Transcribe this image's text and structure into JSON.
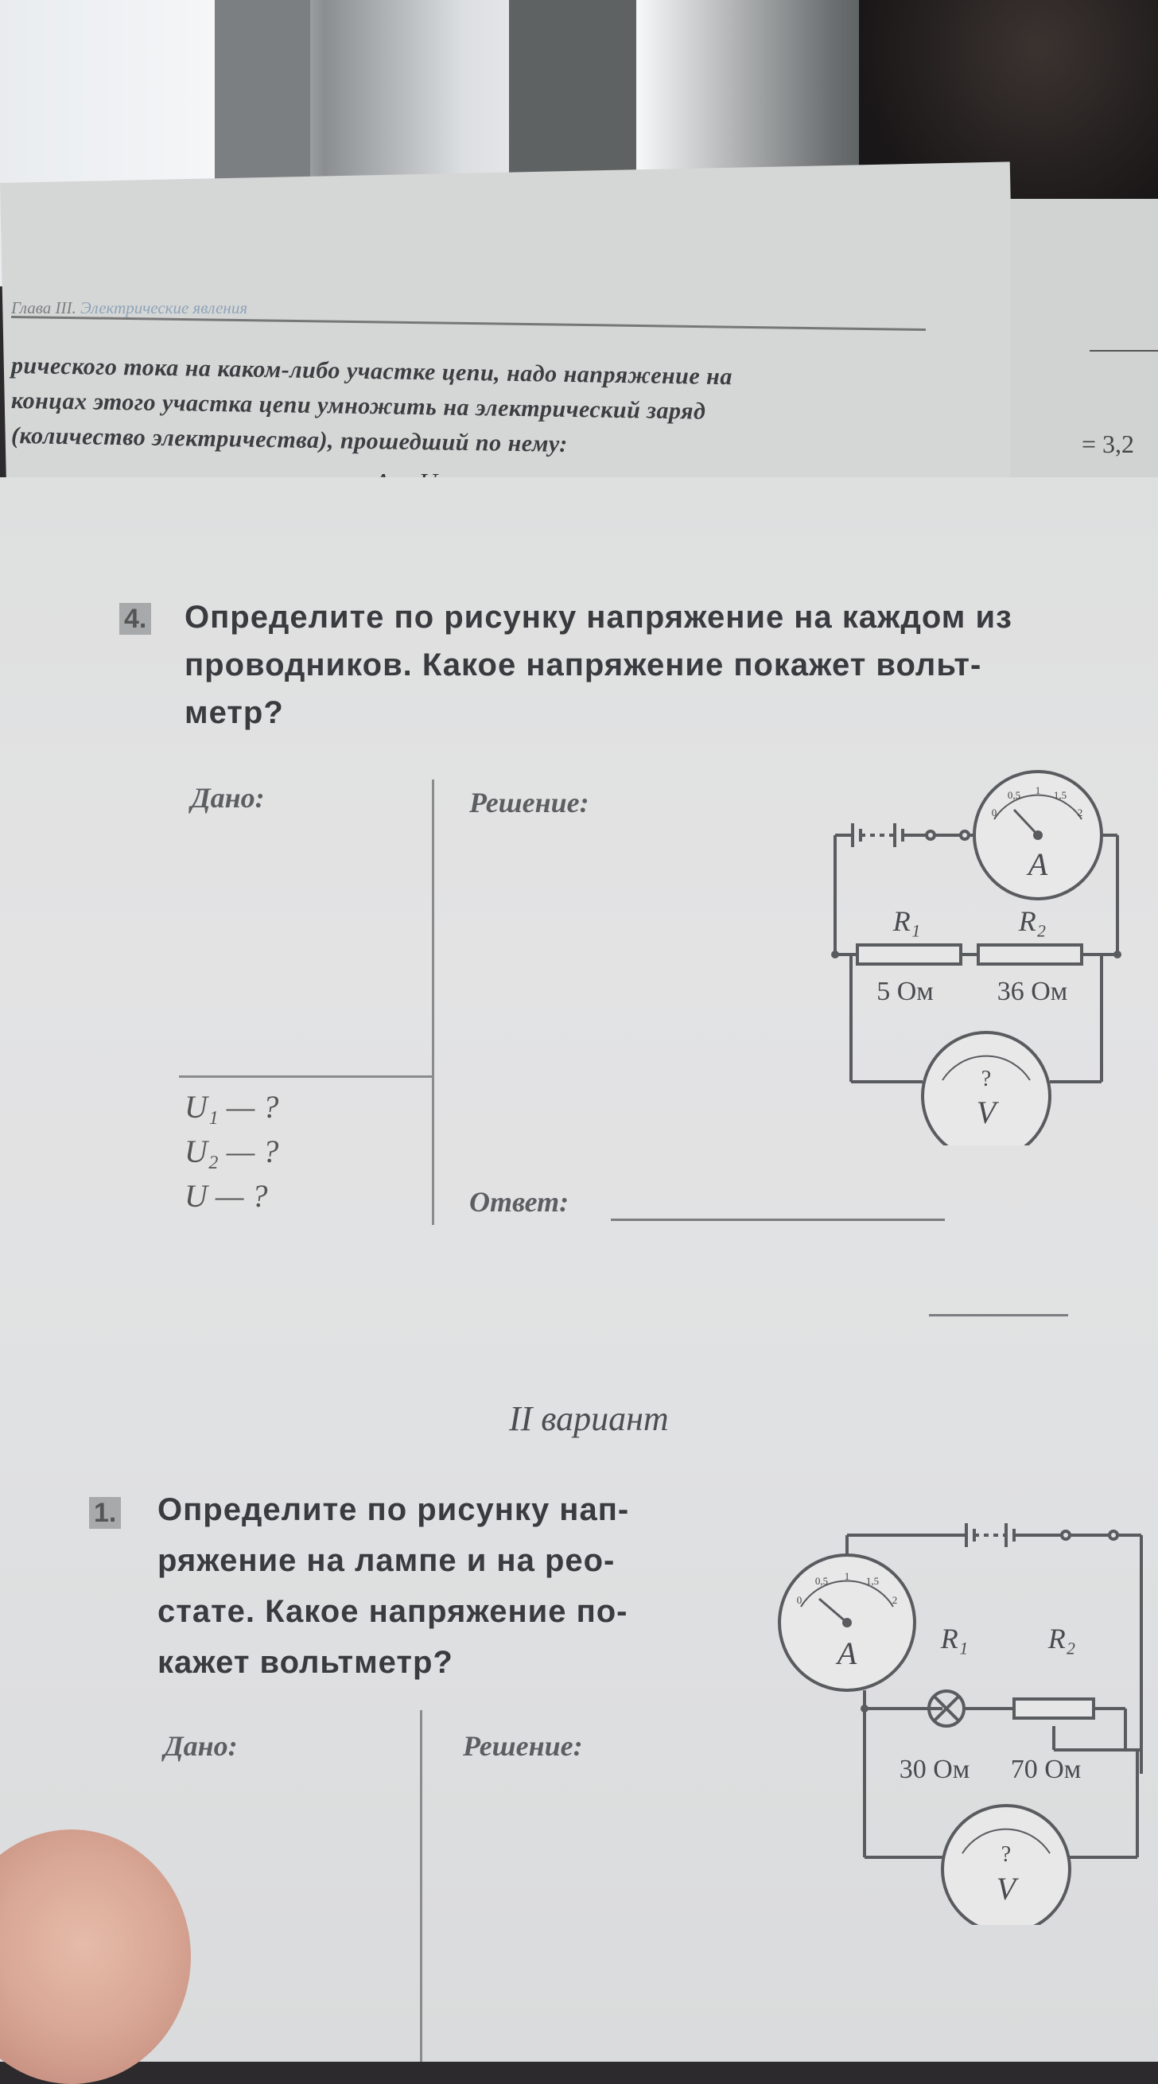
{
  "back_page": {
    "chapter_title": "Глава III.",
    "chapter_subtitle": "Электрические явления",
    "lines": [
      "рического тока на каком-либо участке цепи, надо напряжение на",
      "концах этого участка цепи умножить на электрический заряд",
      "(количество электричества), прошедший по нему:"
    ],
    "formula": "A = Uq.",
    "right_fragment": "= 3,2"
  },
  "task4": {
    "number": "4.",
    "lines": [
      "Определите по рисунку напряжение на каждом из",
      "проводников. Какое напряжение покажет вольт-",
      "метр?"
    ],
    "given_label": "Дано:",
    "solution_label": "Решение:",
    "unknowns": [
      "U₁ — ?",
      "U₂ — ?",
      "U — ?"
    ],
    "answer_label": "Ответ:",
    "circuit": {
      "ammeter_label": "A",
      "voltmeter_label": "V",
      "voltmeter_reading": "?",
      "r1_label": "R₁",
      "r2_label": "R₂",
      "r1_value": "5 Ом",
      "r2_value": "36 Ом",
      "ammeter_scale": [
        "0",
        "0,5",
        "1",
        "1,5",
        "2"
      ]
    }
  },
  "variant2": {
    "title": "II вариант",
    "task1": {
      "number": "1.",
      "lines": [
        "Определите по рисунку нап-",
        "ряжение на лампе и на рео-",
        "стате. Какое напряжение по-",
        "кажет вольтметр?"
      ],
      "given_label": "Дано:",
      "solution_label": "Решение:",
      "circuit": {
        "ammeter_label": "A",
        "voltmeter_label": "V",
        "voltmeter_reading": "?",
        "r1_label": "R₁",
        "r2_label": "R₂",
        "r1_value": "30 Ом",
        "r2_value": "70 Ом",
        "ammeter_scale": [
          "0",
          "0,5",
          "1",
          "1,5",
          "2"
        ]
      }
    }
  }
}
